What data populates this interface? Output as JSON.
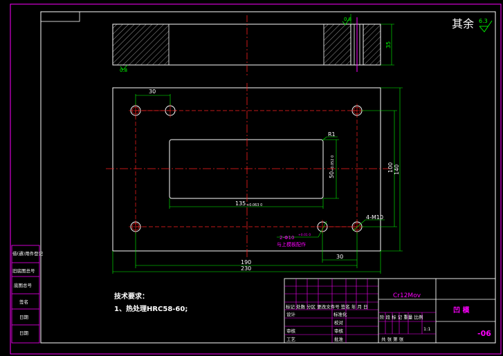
{
  "surface_finish": {
    "text": "其余",
    "value": "6.3"
  },
  "section_view": {
    "roughness_left": "0.8",
    "roughness_right": "0.8",
    "thickness": "35"
  },
  "plan_view": {
    "dim_hole_pitch": "30",
    "dim_radius": "R1",
    "dim_slot_height": "50",
    "dim_slot_height_tol": "+0.052 0",
    "dim_slot_width": "135",
    "dim_slot_width_tol": "+0.063 0",
    "dim_hole_span_y": "100",
    "dim_total_height": "140",
    "dim_thread_holes": "4-M10",
    "dim_pin_holes": "2-Φ10",
    "dim_pin_holes_tol": "+0.01 0",
    "note_pin_holes": "与上模板配作",
    "dim_pitch_bottom": "30",
    "dim_hole_span_x": "190",
    "dim_total_width": "230"
  },
  "tech_requirements": {
    "title": "技术要求：",
    "item1": "1、热处理HRC58-60;"
  },
  "side_table": [
    "借(通)用件登记",
    "旧底图总号",
    "底图总号",
    "签名",
    "日期",
    "日期"
  ],
  "title_block": {
    "material": "Cr12Mov",
    "part_name": "凹  模",
    "drawing_no": "-06",
    "scale": "1:1",
    "header_row": "标记 处数 分区 更改文件号 签名 年 月 日",
    "design": "设计",
    "standardize": "标准化",
    "check": "审核",
    "craft": "工艺",
    "approve": "批准",
    "proof": "校对",
    "review": "审核",
    "stage_labels": "阶 段 标 记  重量  比例",
    "sheet_info": "共   张  第   张"
  }
}
